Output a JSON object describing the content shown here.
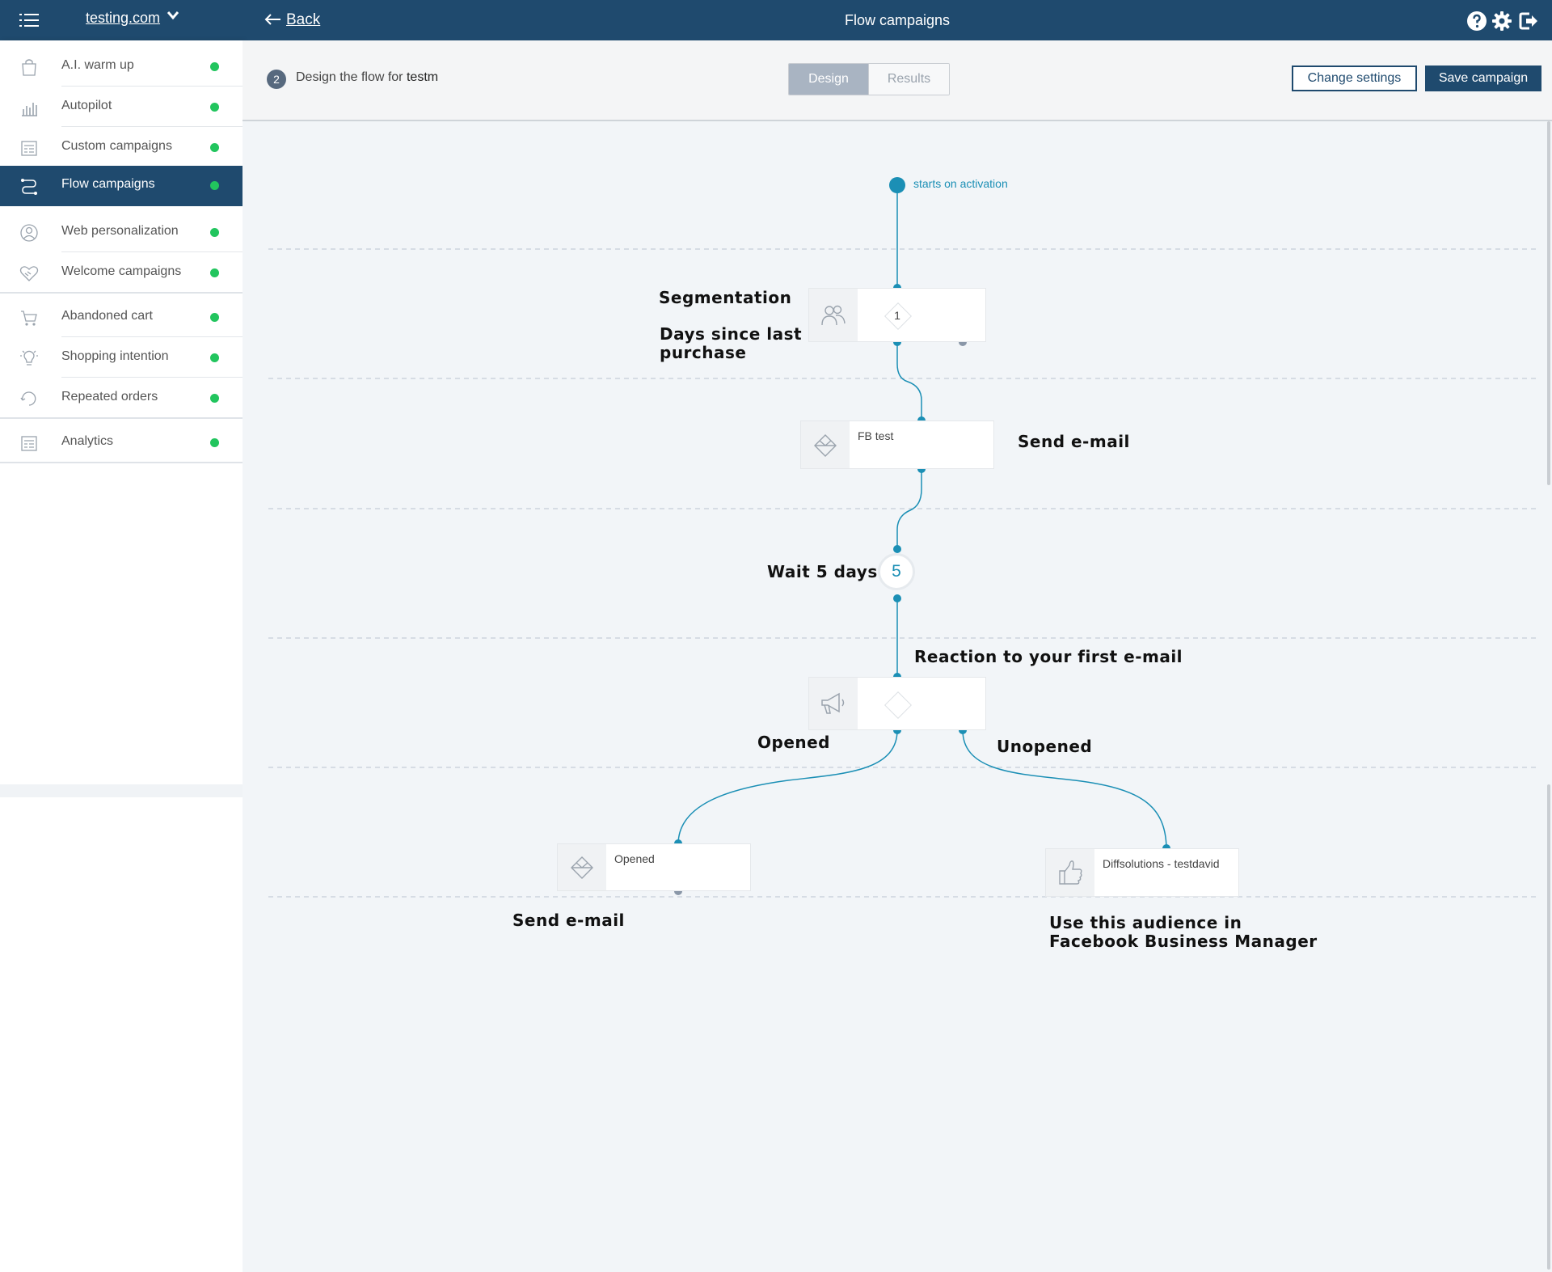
{
  "topbar": {
    "domain": "testing.com",
    "back_label": "Back",
    "title": "Flow campaigns",
    "icons": [
      "menu-icon",
      "chevron-down-icon",
      "arrow-left-icon",
      "help-icon",
      "gear-icon",
      "logout-icon"
    ]
  },
  "sidebar": {
    "items": [
      {
        "label": "A.I. warm up",
        "icon": "bag-icon",
        "status": "#22c55e"
      },
      {
        "label": "Autopilot",
        "icon": "bar-chart-icon",
        "status": "#22c55e"
      },
      {
        "label": "Custom campaigns",
        "icon": "list-card-icon",
        "status": "#22c55e"
      },
      {
        "label": "Flow campaigns",
        "icon": "flow-icon",
        "status": "#22c55e",
        "active": true
      },
      {
        "label": "Web personalization",
        "icon": "person-circle-icon",
        "status": "#22c55e"
      },
      {
        "label": "Welcome campaigns",
        "icon": "handshake-heart-icon",
        "status": "#22c55e"
      },
      {
        "label": "Abandoned cart",
        "icon": "cart-icon",
        "status": "#22c55e"
      },
      {
        "label": "Shopping intention",
        "icon": "lightbulb-icon",
        "status": "#22c55e"
      },
      {
        "label": "Repeated orders",
        "icon": "repeat-icon",
        "status": "#22c55e"
      },
      {
        "label": "Analytics",
        "icon": "analytics-card-icon",
        "status": "#22c55e"
      }
    ]
  },
  "subheader": {
    "step_number": "2",
    "step_text": "Design the flow for",
    "campaign_name": "testm",
    "tabs": {
      "design": "Design",
      "results": "Results"
    },
    "change_settings": "Change settings",
    "save_campaign": "Save campaign"
  },
  "flow": {
    "start_label": "starts on activation",
    "segmentation_node": {
      "number": "1",
      "icon": "people-icon"
    },
    "email_node_1": {
      "title": "FB test",
      "icon": "envelope-icon"
    },
    "wait_node": {
      "days": "5",
      "icon": "clock-icon"
    },
    "reaction_node": {
      "icon": "megaphone-icon"
    },
    "opened_node": {
      "title": "Opened",
      "icon": "envelope-icon"
    },
    "audience_node": {
      "title": "Diffsolutions - testdavid",
      "icon": "thumbs-up-icon"
    },
    "annotations": {
      "segmentation": "Segmentation",
      "days_since_1": "Days since last",
      "days_since_2": "purchase",
      "send_email_1": "Send e-mail",
      "wait": "Wait 5 days",
      "reaction": "Reaction to your first e-mail",
      "opened": "Opened",
      "unopened": "Unopened",
      "send_email_2": "Send e-mail",
      "audience_1": "Use this audience in",
      "audience_2": "Facebook Business Manager"
    },
    "colors": {
      "connector": "#1b8fb5",
      "branch_line": "#e05050",
      "dashed": "#b9c4cf",
      "inactive_port": "#8a97a8"
    }
  }
}
